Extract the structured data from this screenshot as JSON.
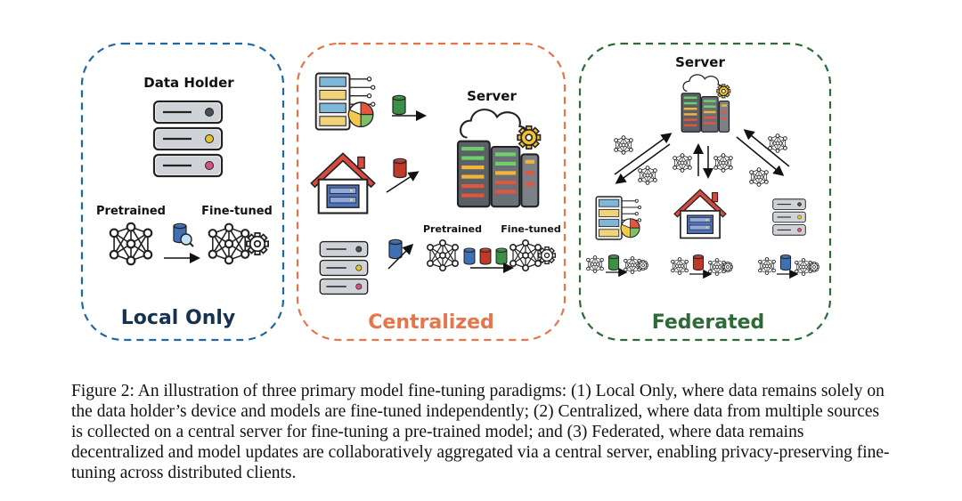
{
  "panels": {
    "local": {
      "title": "Local Only",
      "data_holder_label": "Data Holder",
      "pretrained_label": "Pretrained",
      "finetuned_label": "Fine-tuned",
      "color": "#2167a3"
    },
    "centralized": {
      "title": "Centralized",
      "server_label": "Server",
      "pretrained_label": "Pretrained",
      "finetuned_label": "Fine-tuned",
      "color": "#e8744b"
    },
    "federated": {
      "title": "Federated",
      "server_label": "Server",
      "color": "#2e6a38"
    }
  },
  "caption": "Figure 2: An illustration of three primary model fine-tuning paradigms: (1) Local Only, where data remains solely on the data holder’s device and models are fine-tuned independently; (2) Centralized, where data from multiple sources is collected on a central server for fine-tuning a pre-trained model; and (3) Federated, where data remains decentralized and model updates are collaboratively aggregated via a central server, enabling privacy-preserving fine-tuning across distributed clients."
}
